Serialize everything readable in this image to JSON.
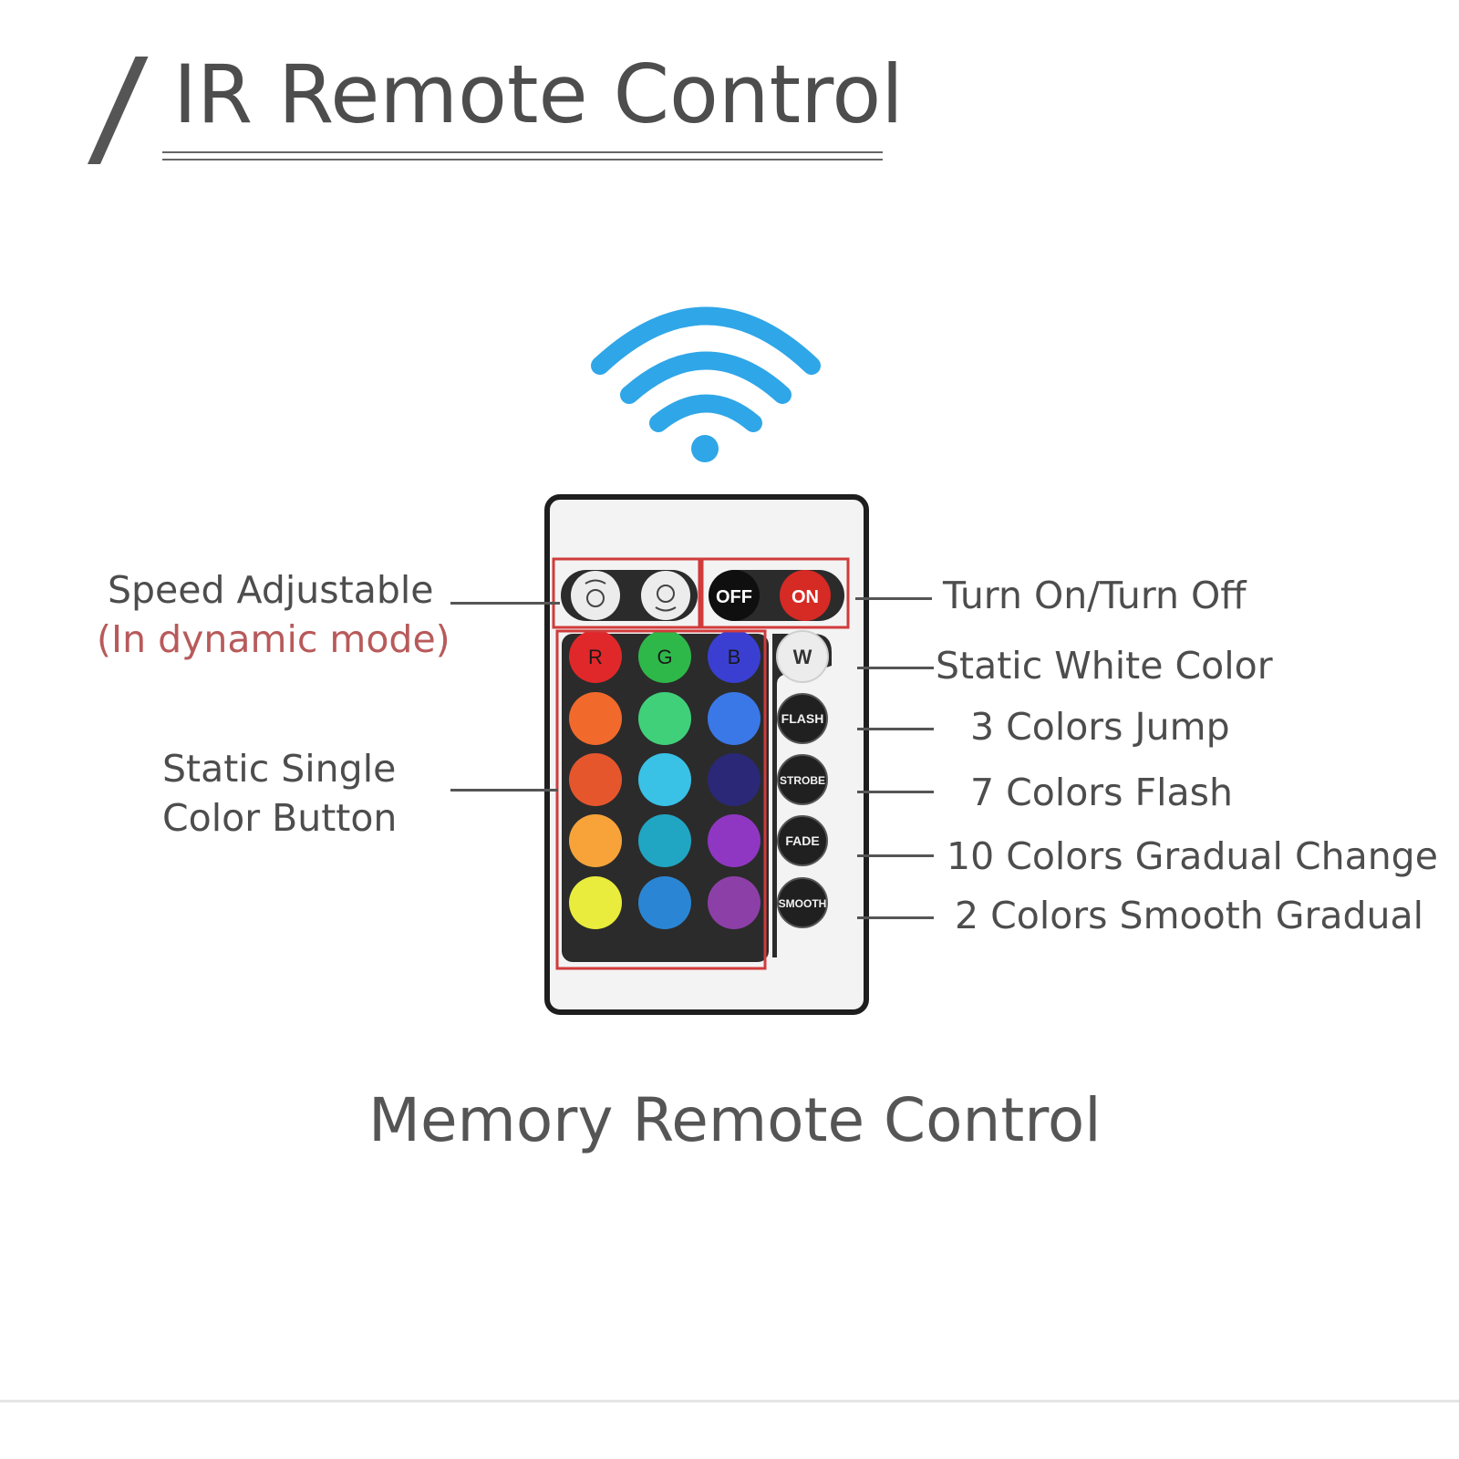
{
  "header": {
    "title": "IR Remote Control"
  },
  "labels": {
    "speed": "Speed Adjustable",
    "speed_note": "(In dynamic mode)",
    "static_single_1": "Static Single",
    "static_single_2": "Color Button",
    "on_off": "Turn On/Turn Off",
    "white": "Static White Color",
    "jump": "3 Colors Jump",
    "flash": "7 Colors Flash",
    "fade": "10 Colors Gradual Change",
    "smooth": "2 Colors Smooth Gradual"
  },
  "remote": {
    "top_buttons": [
      "",
      "",
      "OFF",
      "ON"
    ],
    "color_grid": [
      {
        "label": "R",
        "color": "#e0282a"
      },
      {
        "label": "G",
        "color": "#2fb84a"
      },
      {
        "label": "B",
        "color": "#3a3fd2"
      },
      {
        "label": "",
        "color": "#f16a2c"
      },
      {
        "label": "",
        "color": "#41d07a"
      },
      {
        "label": "",
        "color": "#3a78e8"
      },
      {
        "label": "",
        "color": "#e6562d"
      },
      {
        "label": "",
        "color": "#39c2e6"
      },
      {
        "label": "",
        "color": "#2a2877"
      },
      {
        "label": "",
        "color": "#f7a33a"
      },
      {
        "label": "",
        "color": "#20a6c2"
      },
      {
        "label": "",
        "color": "#8f37c2"
      },
      {
        "label": "",
        "color": "#e9ec3c"
      },
      {
        "label": "",
        "color": "#2a86d4"
      },
      {
        "label": "",
        "color": "#8d3fa8"
      }
    ],
    "side_buttons": [
      "W",
      "FLASH",
      "STROBE",
      "FADE",
      "SMOOTH"
    ]
  },
  "caption": "Memory Remote Control",
  "colors": {
    "wifi": "#2fa6e8",
    "highlight": "#d13b3b",
    "remote_body": "#f3f3f3",
    "remote_panel": "#2b2b2b"
  }
}
